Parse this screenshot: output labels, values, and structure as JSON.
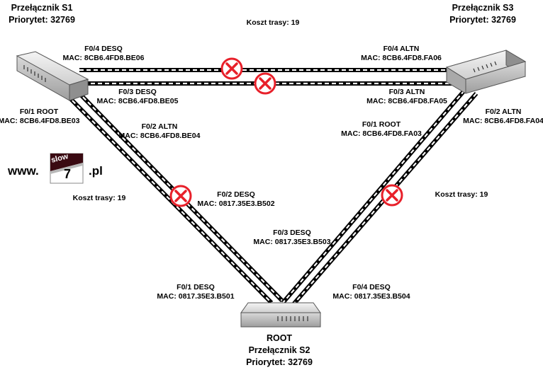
{
  "switches": {
    "s1": {
      "name": "Przełącznik S1",
      "priority": "Priorytet: 32769"
    },
    "s2": {
      "role": "ROOT",
      "name": "Przełącznik S2",
      "priority": "Priorytet: 32769"
    },
    "s3": {
      "name": "Przełącznik S3",
      "priority": "Priorytet: 32769"
    }
  },
  "costs": {
    "top": "Koszt trasy: 19",
    "left": "Koszt trasy: 19",
    "right": "Koszt trasy: 19"
  },
  "ports": {
    "s1_f04": {
      "port": "F0/4 DESQ",
      "mac": "MAC: 8CB6.4FD8.BE06"
    },
    "s1_f03": {
      "port": "F0/3 DESQ",
      "mac": "MAC: 8CB6.4FD8.BE05"
    },
    "s1_f01": {
      "port": "F0/1 ROOT",
      "mac": "MAC: 8CB6.4FD8.BE03"
    },
    "s1_f02": {
      "port": "F0/2 ALTN",
      "mac": "MAC: 8CB6.4FD8.BE04"
    },
    "s3_f04": {
      "port": "F0/4 ALTN",
      "mac": "MAC: 8CB6.4FD8.FA06"
    },
    "s3_f03": {
      "port": "F0/3 ALTN",
      "mac": "MAC: 8CB6.4FD8.FA05"
    },
    "s3_f02": {
      "port": "F0/2 ALTN",
      "mac": "MAC: 8CB6.4FD8.FA04"
    },
    "s3_f01": {
      "port": "F0/1 ROOT",
      "mac": "MAC: 8CB6.4FD8.FA03"
    },
    "s2_f02": {
      "port": "F0/2 DESQ",
      "mac": "MAC: 0817.35E3.B502"
    },
    "s2_f03": {
      "port": "F0/3 DESQ",
      "mac": "MAC: 0817.35E3.B503"
    },
    "s2_f01": {
      "port": "F0/1 DESQ",
      "mac": "MAC: 0817.35E3.B501"
    },
    "s2_f04": {
      "port": "F0/4 DESQ",
      "mac": "MAC: 0817.35E3.B504"
    }
  },
  "logo": {
    "prefix": "www.",
    "top_word": "slow",
    "digit": "7",
    "suffix": ".pl"
  },
  "colors": {
    "blocked": "#e8202a",
    "link": "#000000",
    "switch_fill": "#e6e6e6"
  }
}
